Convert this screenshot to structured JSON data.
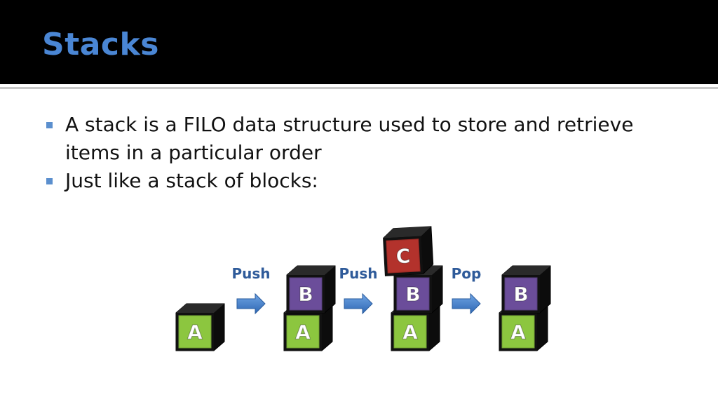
{
  "slide": {
    "title": "Stacks"
  },
  "bullets": [
    "A stack is a FILO data structure used to store and retrieve items in a particular order",
    "Just like a stack of blocks:"
  ],
  "diagram": {
    "operations": [
      "Push",
      "Push",
      "Pop"
    ],
    "stacks": [
      [
        "A"
      ],
      [
        "A",
        "B"
      ],
      [
        "A",
        "B",
        "C"
      ],
      [
        "A",
        "B"
      ]
    ],
    "colors": {
      "A": "#8cc63f",
      "B": "#6b4d9a",
      "C": "#b3322c",
      "arrow": "#3d7cc9",
      "title": "#4a86d4"
    }
  }
}
